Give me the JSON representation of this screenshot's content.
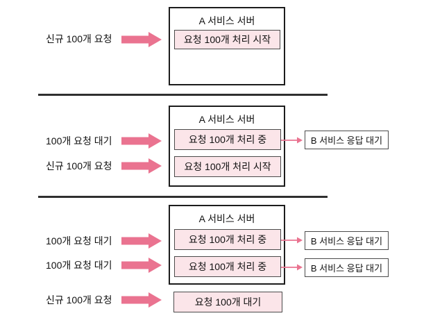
{
  "colors": {
    "arrow_pink": "#ea7390",
    "task_fill_pink": "#fbe5e9",
    "server_border": "#1c1c1c",
    "inner_border": "#4a4a4a",
    "divider": "#2f2f2f",
    "text": "#111111",
    "background": "#ffffff"
  },
  "sections": [
    {
      "labels": [
        "신규 100개 요청"
      ],
      "server_title": "A 서비스 서버",
      "tasks": [
        "요청 100개 처리 시작"
      ],
      "outputs": []
    },
    {
      "labels": [
        "100개 요청 대기",
        "신규 100개 요청"
      ],
      "server_title": "A 서비스 서버",
      "tasks": [
        "요청 100개 처리 중",
        "요청 100개 처리 시작"
      ],
      "outputs": [
        "B 서비스 응답 대기"
      ]
    },
    {
      "labels": [
        "100개 요청 대기",
        "100개 요청 대기",
        "신규 100개 요청"
      ],
      "server_title": "A 서비스 서버",
      "tasks": [
        "요청 100개 처리 중",
        "요청 100개 처리 중"
      ],
      "outputs": [
        "B 서비스 응답 대기",
        "B 서비스 응답 대기"
      ],
      "queue_label": "요청 100개 대기"
    }
  ]
}
